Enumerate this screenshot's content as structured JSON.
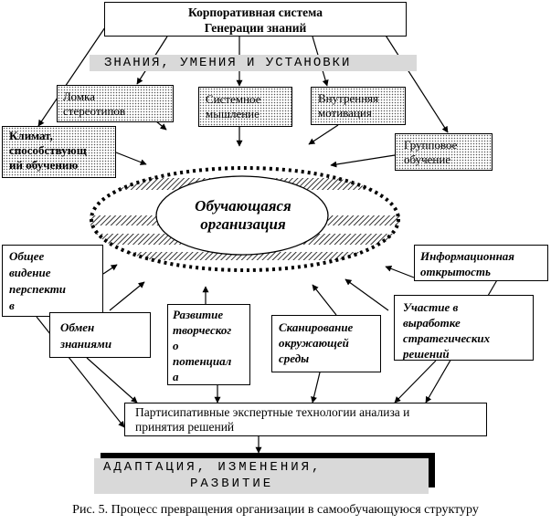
{
  "top_box": {
    "line1": "Корпоративная система",
    "line2": "Генерации знаний"
  },
  "banner_top": "ЗНАНИЯ, УМЕНИЯ И УСТАНОВКИ",
  "inputs_top": {
    "breaking": {
      "line1": "Ломка",
      "line2": "стереотипов"
    },
    "systemic": {
      "line1": "Системное",
      "line2": "мышление"
    },
    "motivation": {
      "line1": "Внутренняя",
      "line2": "мотивация"
    },
    "climate": {
      "line1": "Климат,",
      "line2": "способствующ",
      "line3": "ий обучению"
    },
    "group": {
      "line1": "Групповое",
      "line2": "обучение"
    }
  },
  "center": {
    "line1": "Обучающаяся",
    "line2": "организация"
  },
  "inputs_bottom": {
    "vision": {
      "line1": "Общее",
      "line2": "видение",
      "line3": "перспекти",
      "line4": "в"
    },
    "info": {
      "line1": "Информационная",
      "line2": "открытость"
    },
    "exchange": {
      "line1": "Обмен",
      "line2": "знаниями"
    },
    "creative": {
      "line1": "Развитие",
      "line2": "творческог",
      "line3": "о",
      "line4": "потенциал",
      "line5": "а"
    },
    "scanning": {
      "line1": "Сканирование",
      "line2": "окружающей",
      "line3": "среды"
    },
    "participation": {
      "line1": "Участие в",
      "line2": "выработке",
      "line3": "стратегических",
      "line4": "решений"
    }
  },
  "participative_box": {
    "line1": "Партисипативные экспертные технологии анализа и",
    "line2": "принятия решений"
  },
  "result": {
    "line1": "АДАПТАЦИЯ, ИЗМЕНЕНИЯ,",
    "line2": "РАЗВИТИЕ"
  },
  "caption": "Рис. 5. Процесс превращения организации в самообучающуюся структуру"
}
